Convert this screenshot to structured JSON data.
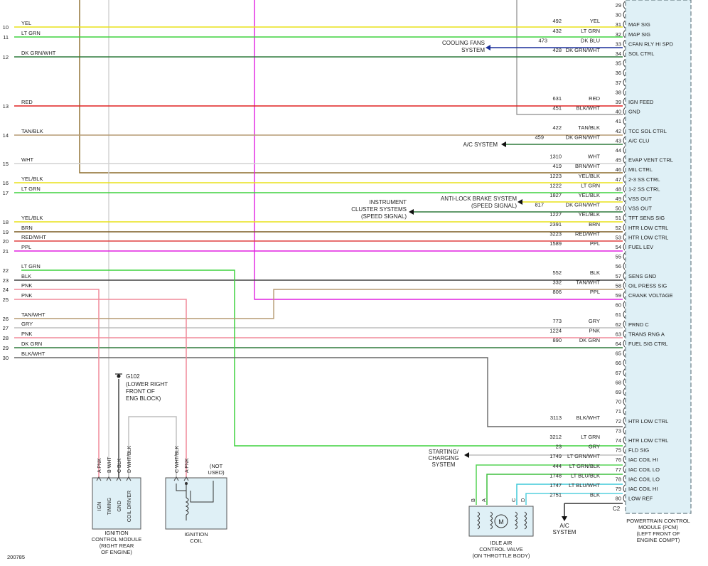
{
  "figure_id": "200785",
  "pcm": {
    "title_lines": [
      "POWERTRAIN CONTROL",
      "MODULE (PCM)",
      "(LEFT FRONT OF",
      "ENGINE COMPT)"
    ],
    "pin_numbers": [
      29,
      30,
      31,
      32,
      33,
      34,
      35,
      36,
      37,
      38,
      39,
      40,
      41,
      42,
      43,
      44,
      45,
      46,
      47,
      48,
      49,
      50,
      51,
      52,
      53,
      54,
      55,
      56,
      57,
      58,
      59,
      60,
      61,
      62,
      63,
      64,
      65,
      66,
      67,
      68,
      69,
      70,
      71,
      72,
      73,
      74,
      75,
      76,
      77,
      78,
      79,
      80
    ],
    "pin_labels": [
      {
        "pin": 31,
        "label": "MAF SIG"
      },
      {
        "pin": 32,
        "label": "MAP SIG"
      },
      {
        "pin": 33,
        "label": "CFAN RLY HI SPD"
      },
      {
        "pin": 34,
        "label": "SOL CTRL"
      },
      {
        "pin": 39,
        "label": "IGN FEED"
      },
      {
        "pin": 40,
        "label": "GND"
      },
      {
        "pin": 42,
        "label": "TCC SOL CTRL"
      },
      {
        "pin": 43,
        "label": "A/C CLU"
      },
      {
        "pin": 45,
        "label": "EVAP VENT CTRL"
      },
      {
        "pin": 46,
        "label": "MIL CTRL"
      },
      {
        "pin": 47,
        "label": "2-3 SS CTRL"
      },
      {
        "pin": 48,
        "label": "1-2 SS CTRL"
      },
      {
        "pin": 49,
        "label": "VSS OUT"
      },
      {
        "pin": 50,
        "label": "VSS OUT"
      },
      {
        "pin": 51,
        "label": "TFT SENS SIG"
      },
      {
        "pin": 52,
        "label": "HTR LOW CTRL"
      },
      {
        "pin": 53,
        "label": "HTR LOW CTRL"
      },
      {
        "pin": 54,
        "label": "FUEL LEV"
      },
      {
        "pin": 57,
        "label": "SENS GND"
      },
      {
        "pin": 58,
        "label": "OIL PRESS SIG"
      },
      {
        "pin": 59,
        "label": "CRANK VOLTAGE"
      },
      {
        "pin": 62,
        "label": "PRND C"
      },
      {
        "pin": 63,
        "label": "TRANS RNG A"
      },
      {
        "pin": 64,
        "label": "FUEL SIG CTRL"
      },
      {
        "pin": 72,
        "label": "HTR LOW CTRL"
      },
      {
        "pin": 74,
        "label": "HTR LOW CTRL"
      },
      {
        "pin": 75,
        "label": "FLD SIG"
      },
      {
        "pin": 76,
        "label": "IAC COIL HI"
      },
      {
        "pin": 77,
        "label": "IAC COIL LO"
      },
      {
        "pin": 78,
        "label": "IAC COIL LO"
      },
      {
        "pin": 79,
        "label": "IAC COIL HI"
      },
      {
        "pin": 80,
        "label": "LOW REF"
      }
    ],
    "connector_label": "C2"
  },
  "circuits": [
    {
      "pin": 31,
      "num": "492",
      "color_name": "YEL",
      "hex": "#e8e21a"
    },
    {
      "pin": 32,
      "num": "432",
      "color_name": "LT GRN",
      "hex": "#3fd23f"
    },
    {
      "pin": 33,
      "num": "473",
      "color_name": "DK BLU",
      "hex": "#1a2f9a"
    },
    {
      "pin": 34,
      "num": "428",
      "color_name": "DK GRN/WHT",
      "hex": "#2e7a3b"
    },
    {
      "pin": 39,
      "num": "631",
      "color_name": "RED",
      "hex": "#e02020"
    },
    {
      "pin": 40,
      "num": "451",
      "color_name": "BLK/WHT",
      "hex": "#8a8a8a"
    },
    {
      "pin": 42,
      "num": "422",
      "color_name": "TAN/BLK",
      "hex": "#b59a72"
    },
    {
      "pin": 43,
      "num": "459",
      "color_name": "DK GRN/WHT",
      "hex": "#2e7a3b"
    },
    {
      "pin": 45,
      "num": "1310",
      "color_name": "WHT",
      "hex": "#d2d2d2"
    },
    {
      "pin": 46,
      "num": "419",
      "color_name": "BRN/WHT",
      "hex": "#8b6b2a"
    },
    {
      "pin": 47,
      "num": "1223",
      "color_name": "YEL/BLK",
      "hex": "#e8e21a"
    },
    {
      "pin": 48,
      "num": "1222",
      "color_name": "LT GRN",
      "hex": "#3fd23f"
    },
    {
      "pin": 49,
      "num": "1827",
      "color_name": "YEL/BLK",
      "hex": "#e8e21a"
    },
    {
      "pin": 50,
      "num": "817",
      "color_name": "DK GRN/WHT",
      "hex": "#2e7a3b"
    },
    {
      "pin": 51,
      "num": "1227",
      "color_name": "YEL/BLK",
      "hex": "#e8e21a"
    },
    {
      "pin": 52,
      "num": "2391",
      "color_name": "BRN",
      "hex": "#7a5a20"
    },
    {
      "pin": 53,
      "num": "3223",
      "color_name": "RED/WHT",
      "hex": "#e04040"
    },
    {
      "pin": 54,
      "num": "1589",
      "color_name": "PPL",
      "hex": "#e020e0"
    },
    {
      "pin": 57,
      "num": "552",
      "color_name": "BLK",
      "hex": "#444444"
    },
    {
      "pin": 58,
      "num": "332",
      "color_name": "TAN/WHT",
      "hex": "#b59a72"
    },
    {
      "pin": 59,
      "num": "806",
      "color_name": "PPL",
      "hex": "#e020e0"
    },
    {
      "pin": 62,
      "num": "773",
      "color_name": "GRY",
      "hex": "#bdbdbd"
    },
    {
      "pin": 63,
      "num": "1224",
      "color_name": "PNK",
      "hex": "#f08a9a"
    },
    {
      "pin": 64,
      "num": "890",
      "color_name": "DK GRN",
      "hex": "#2e7a3b"
    },
    {
      "pin": 72,
      "num": "3113",
      "color_name": "BLK/WHT",
      "hex": "#666666"
    },
    {
      "pin": 74,
      "num": "3212",
      "color_name": "LT GRN",
      "hex": "#3fd23f"
    },
    {
      "pin": 75,
      "num": "23",
      "color_name": "GRY",
      "hex": "#bdbdbd"
    },
    {
      "pin": 76,
      "num": "1749",
      "color_name": "LT GRN/WHT",
      "hex": "#55d455"
    },
    {
      "pin": 77,
      "num": "444",
      "color_name": "LT GRN/BLK",
      "hex": "#3fbf3f"
    },
    {
      "pin": 78,
      "num": "1748",
      "color_name": "LT BLU/BLK",
      "hex": "#3ec8d8"
    },
    {
      "pin": 79,
      "num": "1747",
      "color_name": "LT BLU/WHT",
      "hex": "#55d0dd"
    },
    {
      "pin": 80,
      "num": "2751",
      "color_name": "BLK",
      "hex": "#333333"
    }
  ],
  "left_side": [
    {
      "n": "10",
      "label": "YEL"
    },
    {
      "n": "11",
      "label": "LT GRN"
    },
    {
      "n": "12",
      "label": "DK GRN/WHT"
    },
    {
      "n": "13",
      "label": "RED"
    },
    {
      "n": "14",
      "label": "TAN/BLK"
    },
    {
      "n": "15",
      "label": "WHT"
    },
    {
      "n": "16",
      "label": "YEL/BLK"
    },
    {
      "n": "17",
      "label": "LT GRN"
    },
    {
      "n": "18",
      "label": "YEL/BLK"
    },
    {
      "n": "19",
      "label": "BRN"
    },
    {
      "n": "20",
      "label": "RED/WHT"
    },
    {
      "n": "21",
      "label": "PPL"
    },
    {
      "n": "22",
      "label": "LT GRN"
    },
    {
      "n": "23",
      "label": "BLK"
    },
    {
      "n": "24",
      "label": "PNK"
    },
    {
      "n": "25",
      "label": "PNK"
    },
    {
      "n": "26",
      "label": "TAN/WHT"
    },
    {
      "n": "27",
      "label": "GRY"
    },
    {
      "n": "28",
      "label": "PNK"
    },
    {
      "n": "29",
      "label": "DK GRN"
    },
    {
      "n": "30",
      "label": "BLK/WHT"
    }
  ],
  "destinations": {
    "cooling_fans": [
      "COOLING FANS",
      "SYSTEM"
    ],
    "ac_system_43": "A/C SYSTEM",
    "abs": [
      "ANTI-LOCK BRAKE SYSTEM",
      "(SPEED SIGNAL)"
    ],
    "instrument": [
      "INSTRUMENT",
      "CLUSTER SYSTEMS",
      "(SPEED SIGNAL)"
    ],
    "starting": [
      "STARTING/",
      "CHARGING",
      "SYSTEM"
    ],
    "ac_system_low": [
      "A/C",
      "SYSTEM"
    ]
  },
  "ground": {
    "id": "G102",
    "lines": [
      "(LOWER RIGHT",
      "FRONT OF",
      "ENG BLOCK)"
    ]
  },
  "icm": {
    "pins": [
      {
        "p": "A",
        "w": "PNK"
      },
      {
        "p": "B",
        "w": "WHT"
      },
      {
        "p": "C",
        "w": "BLK"
      },
      {
        "p": "D",
        "w": "WHT/BLK"
      }
    ],
    "inner": [
      "IGN",
      "TIMING",
      "GND",
      "COIL DRIVER"
    ],
    "caption": [
      "IGNITION",
      "CONTROL MODULE",
      "(RIGHT REAR",
      "OF ENGINE)"
    ]
  },
  "coil": {
    "pins": [
      {
        "p": "C",
        "w": "WHT/BLK"
      },
      {
        "p": "A",
        "w": "PNK"
      }
    ],
    "not_used": [
      "(NOT",
      "USED)"
    ],
    "caption": [
      "IGNITION",
      "COIL"
    ]
  },
  "iac": {
    "pins": [
      "B",
      "A",
      "C",
      "D"
    ],
    "motor": "M",
    "caption": [
      "IDLE AIR",
      "CONTROL VALVE",
      "(ON THROTTLE BODY)"
    ]
  }
}
